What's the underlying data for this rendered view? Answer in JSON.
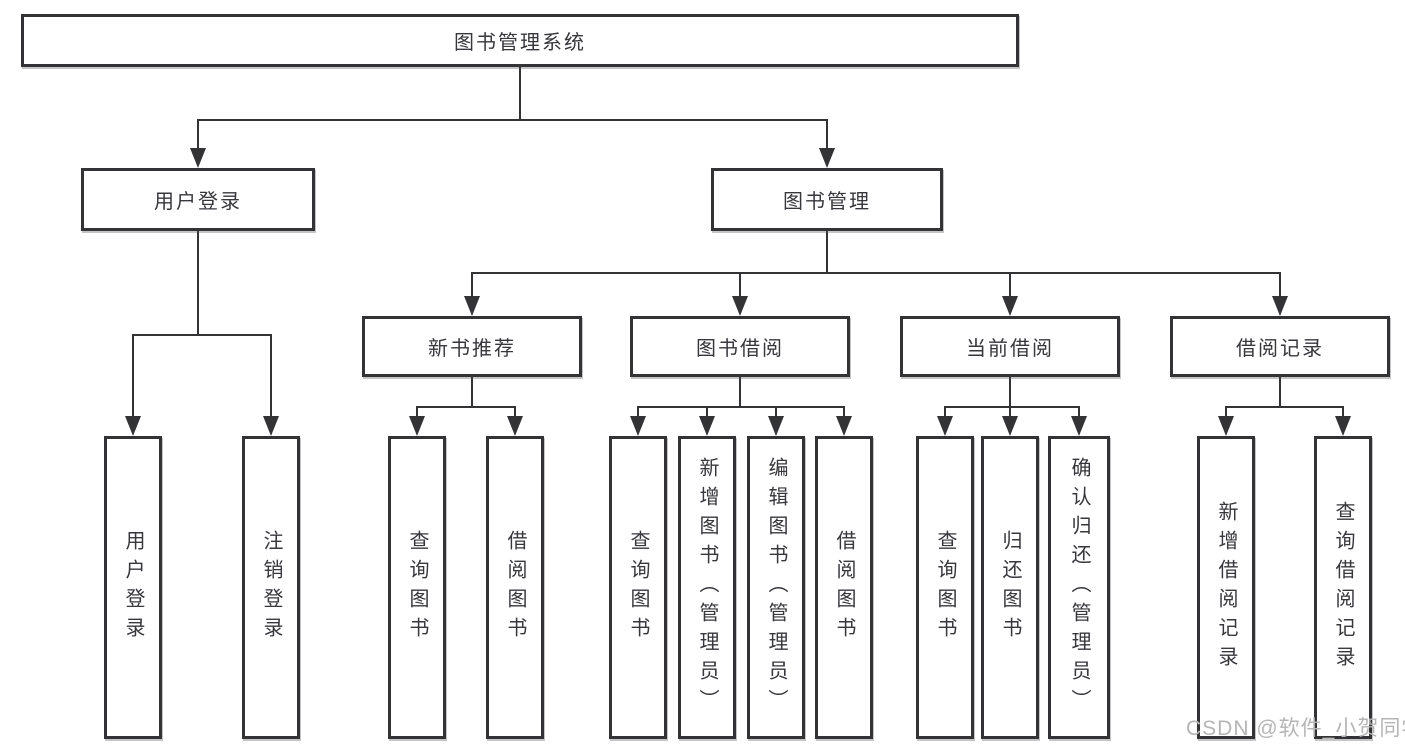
{
  "root": {
    "label": "图书管理系统"
  },
  "level2": [
    {
      "label": "用户登录"
    },
    {
      "label": "图书管理"
    }
  ],
  "level3": [
    {
      "label": "新书推荐"
    },
    {
      "label": "图书借阅"
    },
    {
      "label": "当前借阅"
    },
    {
      "label": "借阅记录"
    }
  ],
  "leaves": {
    "user": [
      "用户登录",
      "注销登录"
    ],
    "recommend": [
      "查询图书",
      "借阅图书"
    ],
    "borrow": [
      "查询图书",
      "新增图书（管理员）",
      "编辑图书（管理员）",
      "借阅图书"
    ],
    "current": [
      "查询图书",
      "归还图书",
      "确认归还（管理员）"
    ],
    "records": [
      "新增借阅记录",
      "查询借阅记录"
    ]
  },
  "watermark": {
    "text": "CSDN @软件_小贺同学"
  },
  "colors": {
    "line": "#333336",
    "border": "#333336",
    "text": "#37373c",
    "watermark": "#b5b5b5",
    "background": "#ffffff"
  }
}
